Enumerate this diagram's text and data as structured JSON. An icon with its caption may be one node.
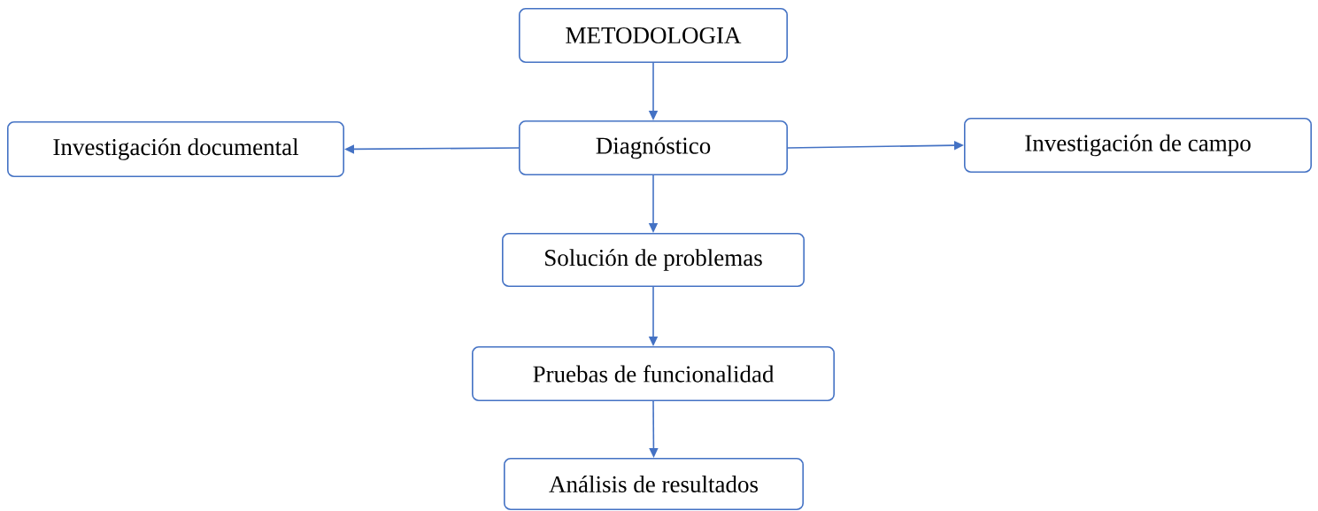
{
  "diagram": {
    "nodes": [
      {
        "text": [
          "METODOLOGIA"
        ]
      },
      {
        "text": [
          "Diagnóstico"
        ]
      },
      {
        "text": [
          "Investigación documental"
        ]
      },
      {
        "text": [
          "Investigación de campo"
        ]
      },
      {
        "text": [
          "Solución de problemas"
        ]
      },
      {
        "text": [
          "Pruebas de funcionalidad"
        ]
      },
      {
        "text": [
          "Análisis de resultados"
        ]
      }
    ],
    "edges": [
      {
        "from": 0,
        "to": 1,
        "arrow": "to"
      },
      {
        "from": 1,
        "to": 2,
        "arrow": "to"
      },
      {
        "from": 1,
        "to": 3,
        "arrow": "to"
      },
      {
        "from": 1,
        "to": 4,
        "arrow": "to"
      },
      {
        "from": 4,
        "to": 5,
        "arrow": "to"
      },
      {
        "from": 5,
        "to": 6,
        "arrow": "to"
      }
    ]
  }
}
